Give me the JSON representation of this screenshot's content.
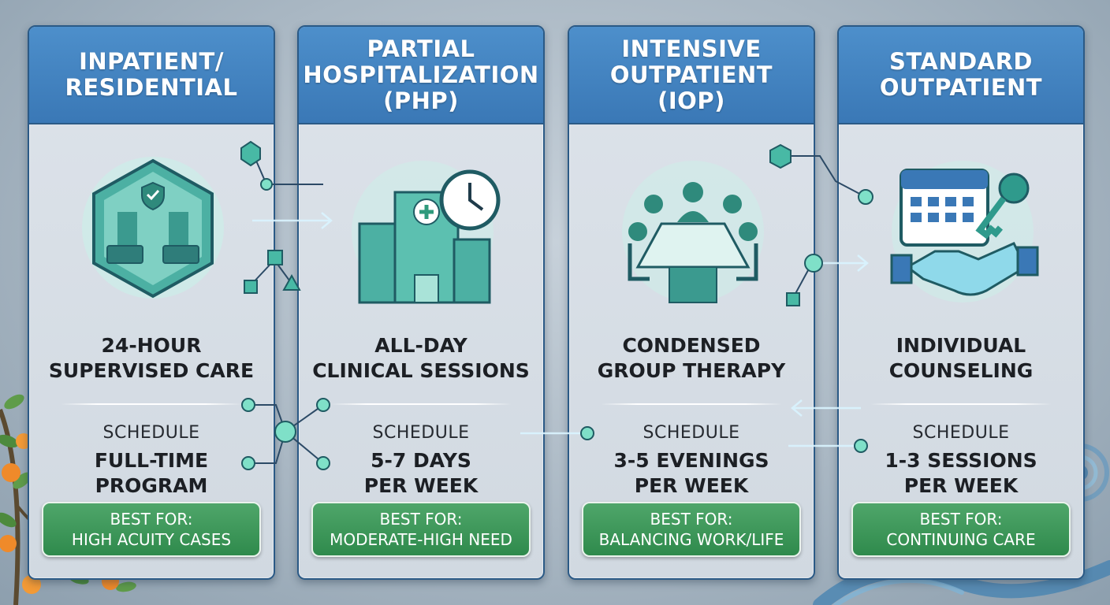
{
  "cards": [
    {
      "title": "INPATIENT/\nRESIDENTIAL",
      "icon": "hospital-room-icon",
      "description": "24-HOUR\nSUPERVISED CARE",
      "schedule_label": "SCHEDULE",
      "schedule_value": "FULL-TIME\nPROGRAM",
      "badge_label": "BEST FOR:",
      "badge_value": "HIGH ACUITY CASES"
    },
    {
      "title": "PARTIAL\nHOSPITALIZATION\n(PHP)",
      "icon": "hospital-clock-icon",
      "description": "ALL-DAY\nCLINICAL SESSIONS",
      "schedule_label": "SCHEDULE",
      "schedule_value": "5-7 DAYS\nPER WEEK",
      "badge_label": "BEST FOR:",
      "badge_value": "MODERATE-HIGH NEED"
    },
    {
      "title": "INTENSIVE\nOUTPATIENT\n(IOP)",
      "icon": "group-meeting-icon",
      "description": "CONDENSED\nGROUP THERAPY",
      "schedule_label": "SCHEDULE",
      "schedule_value": "3-5 EVENINGS\nPER WEEK",
      "badge_label": "BEST FOR:",
      "badge_value": "BALANCING WORK/LIFE"
    },
    {
      "title": "STANDARD\nOUTPATIENT",
      "icon": "calendar-handshake-icon",
      "description": "INDIVIDUAL\nCOUNSELING",
      "schedule_label": "SCHEDULE",
      "schedule_value": "1-3 SESSIONS\nPER WEEK",
      "badge_label": "BEST FOR:",
      "badge_value": "CONTINUING CARE"
    }
  ],
  "colors": {
    "header_blue": "#4d8fcb",
    "border_navy": "#2b5a86",
    "badge_green": "#3a9657",
    "icon_teal": "#3fa9a0",
    "background": "#b3c0cb"
  }
}
